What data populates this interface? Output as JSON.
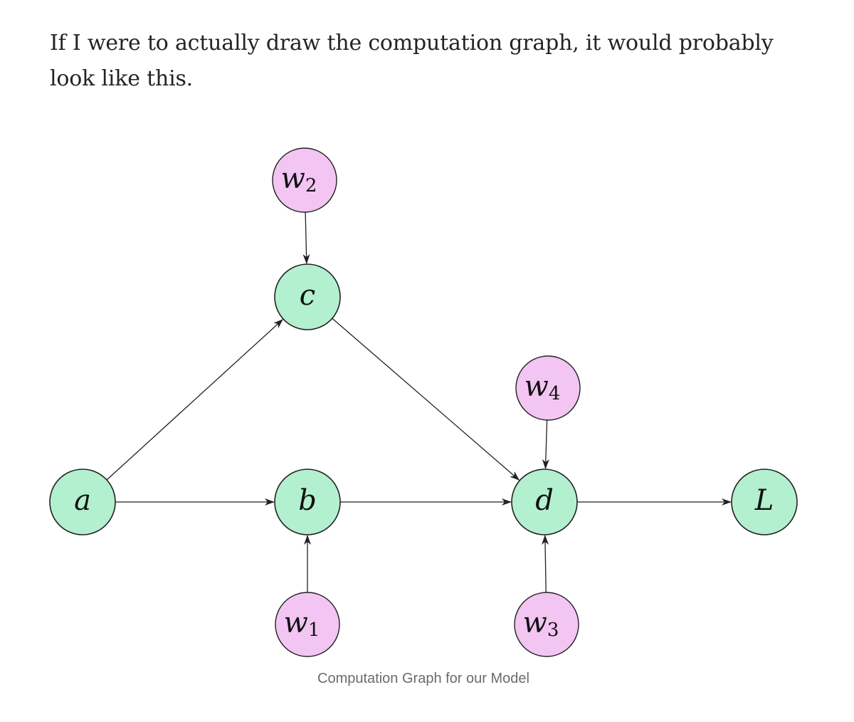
{
  "article": {
    "paragraph": "If I were to actually draw the computation graph, it would probably look like this."
  },
  "figure": {
    "caption": "Computation Graph for our Model",
    "colors": {
      "variable_node": "#b2f0cf",
      "weight_node": "#f2c5f2",
      "stroke": "#222222"
    },
    "nodes": [
      {
        "id": "a",
        "kind": "variable",
        "base": "a",
        "sub": ""
      },
      {
        "id": "b",
        "kind": "variable",
        "base": "b",
        "sub": ""
      },
      {
        "id": "c",
        "kind": "variable",
        "base": "c",
        "sub": ""
      },
      {
        "id": "d",
        "kind": "variable",
        "base": "d",
        "sub": ""
      },
      {
        "id": "L",
        "kind": "variable",
        "base": "L",
        "sub": ""
      },
      {
        "id": "w1",
        "kind": "weight",
        "base": "w",
        "sub": "1"
      },
      {
        "id": "w2",
        "kind": "weight",
        "base": "w",
        "sub": "2"
      },
      {
        "id": "w3",
        "kind": "weight",
        "base": "w",
        "sub": "3"
      },
      {
        "id": "w4",
        "kind": "weight",
        "base": "w",
        "sub": "4"
      }
    ],
    "edges": [
      {
        "from": "a",
        "to": "c"
      },
      {
        "from": "a",
        "to": "b"
      },
      {
        "from": "w2",
        "to": "c"
      },
      {
        "from": "w1",
        "to": "b"
      },
      {
        "from": "c",
        "to": "d"
      },
      {
        "from": "b",
        "to": "d"
      },
      {
        "from": "w4",
        "to": "d"
      },
      {
        "from": "w3",
        "to": "d"
      },
      {
        "from": "d",
        "to": "L"
      }
    ]
  }
}
